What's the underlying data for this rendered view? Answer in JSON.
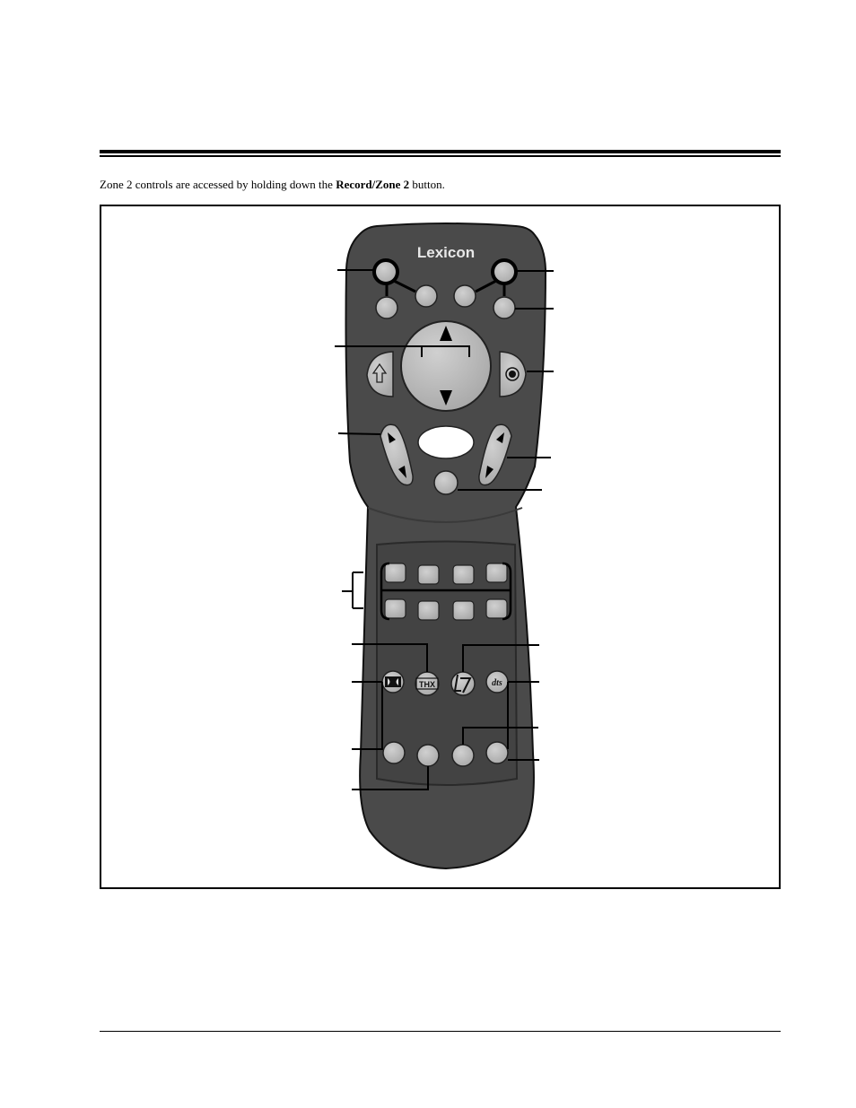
{
  "intro": {
    "prefix": "Zone 2 controls are accessed by holding down the ",
    "bold": "Record/Zone 2",
    "suffix": " button."
  },
  "remote": {
    "brand_logo": "Lexicon",
    "thx_label": "THX",
    "dts_label": "dts",
    "body_color": "#4a4a4a",
    "button_color": "#b5b5b5"
  }
}
